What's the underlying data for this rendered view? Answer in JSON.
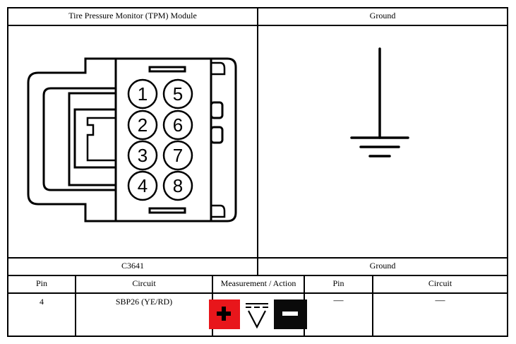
{
  "connector": {
    "title": "Tire Pressure Monitor (TPM) Module",
    "id": "C3641",
    "pins": [
      "1",
      "2",
      "3",
      "4",
      "5",
      "6",
      "7",
      "8"
    ]
  },
  "ground": {
    "title": "Ground",
    "label": "Ground"
  },
  "table": {
    "headers": [
      "Pin",
      "Circuit",
      "Measurement / Action",
      "Pin",
      "Circuit"
    ],
    "row": {
      "pin": "4",
      "circuit": "SBP26 (YE/RD)",
      "pin2": "—",
      "circuit2": "—"
    }
  },
  "measurement": {
    "plus_color": "#e8161b",
    "minus_color": "#0a0a0a",
    "icon": "dc-voltmeter-icon"
  }
}
